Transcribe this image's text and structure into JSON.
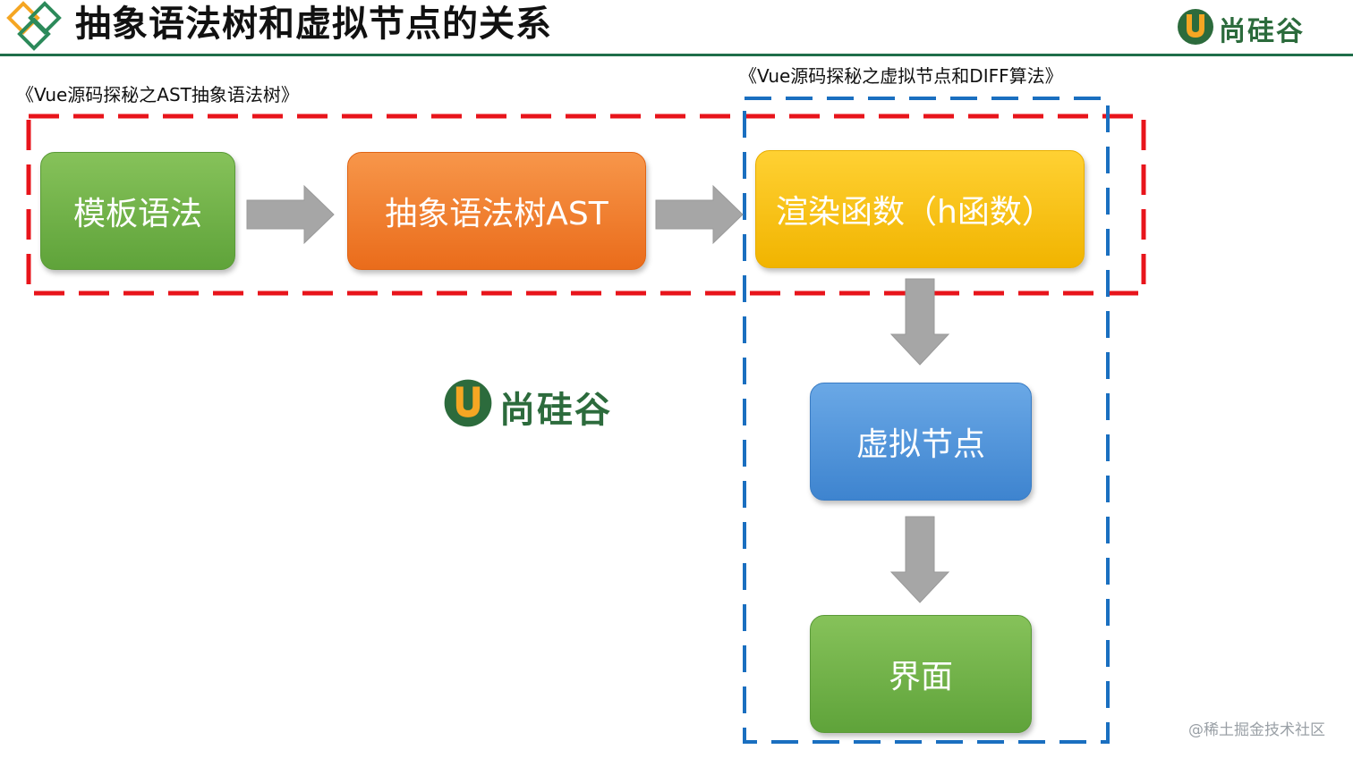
{
  "header": {
    "title": "抽象语法树和虚拟节点的关系",
    "brand_logo": "尚硅谷"
  },
  "captions": {
    "ast_book": "《Vue源码探秘之AST抽象语法树》",
    "vnode_book": "《Vue源码探秘之虚拟节点和DIFF算法》"
  },
  "nodes": {
    "template": "模板语法",
    "ast": "抽象语法树AST",
    "render": "渲染函数（h函数）",
    "vnode": "虚拟节点",
    "ui": "界面"
  },
  "center_logo": "尚硅谷",
  "watermark": "@稀土掘金技术社区",
  "colors": {
    "header_rule": "#1f6e4a",
    "red_dashed": "#e8141b",
    "blue_dashed": "#1a6fc0",
    "arrow": "#a6a6a6",
    "green_box": "#6aae45",
    "orange_box": "#f07b2a",
    "yellow_box": "#f7c300",
    "blue_box": "#4d90d9",
    "logo_green": "#2c6b3c",
    "logo_orange": "#f5a623"
  }
}
